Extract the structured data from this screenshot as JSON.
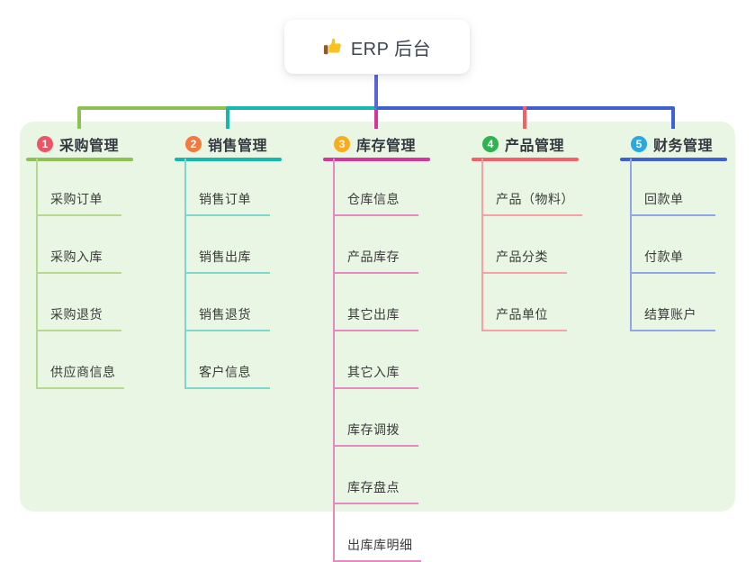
{
  "canvas": {
    "background": "#ffffff",
    "panel_background": "#e9f6e3"
  },
  "root": {
    "label": "ERP 后台",
    "icon": "thumbs-up-emoji",
    "icon_color": "#fcc21c",
    "icon_cuff_color": "#8d5c29",
    "line_color": "#5b64d9"
  },
  "branches": [
    {
      "number": "1",
      "label": "采购管理",
      "badge_color": "#ed5567",
      "line_color": "#8dc152",
      "line_color_light": "#b5d98e",
      "children": [
        "采购订单",
        "采购入库",
        "采购退货",
        "供应商信息"
      ]
    },
    {
      "number": "2",
      "label": "销售管理",
      "badge_color": "#f4793e",
      "line_color": "#16b8ae",
      "line_color_light": "#7fd6cf",
      "children": [
        "销售订单",
        "销售出库",
        "销售退货",
        "客户信息"
      ]
    },
    {
      "number": "3",
      "label": "库存管理",
      "badge_color": "#fbab1d",
      "line_color": "#d6359c",
      "line_color_light": "#e489c4",
      "children": [
        "仓库信息",
        "产品库存",
        "其它出库",
        "其它入库",
        "库存调拨",
        "库存盘点",
        "出库库明细"
      ]
    },
    {
      "number": "4",
      "label": "产品管理",
      "badge_color": "#2db350",
      "line_color": "#f55f68",
      "line_color_light": "#f9a0a5",
      "children": [
        "产品（物料）",
        "产品分类",
        "产品单位"
      ]
    },
    {
      "number": "5",
      "label": "财务管理",
      "badge_color": "#29a9e1",
      "line_color": "#3d60d5",
      "line_color_light": "#8fa7e6",
      "children": [
        "回款单",
        "付款单",
        "结算账户"
      ]
    }
  ]
}
